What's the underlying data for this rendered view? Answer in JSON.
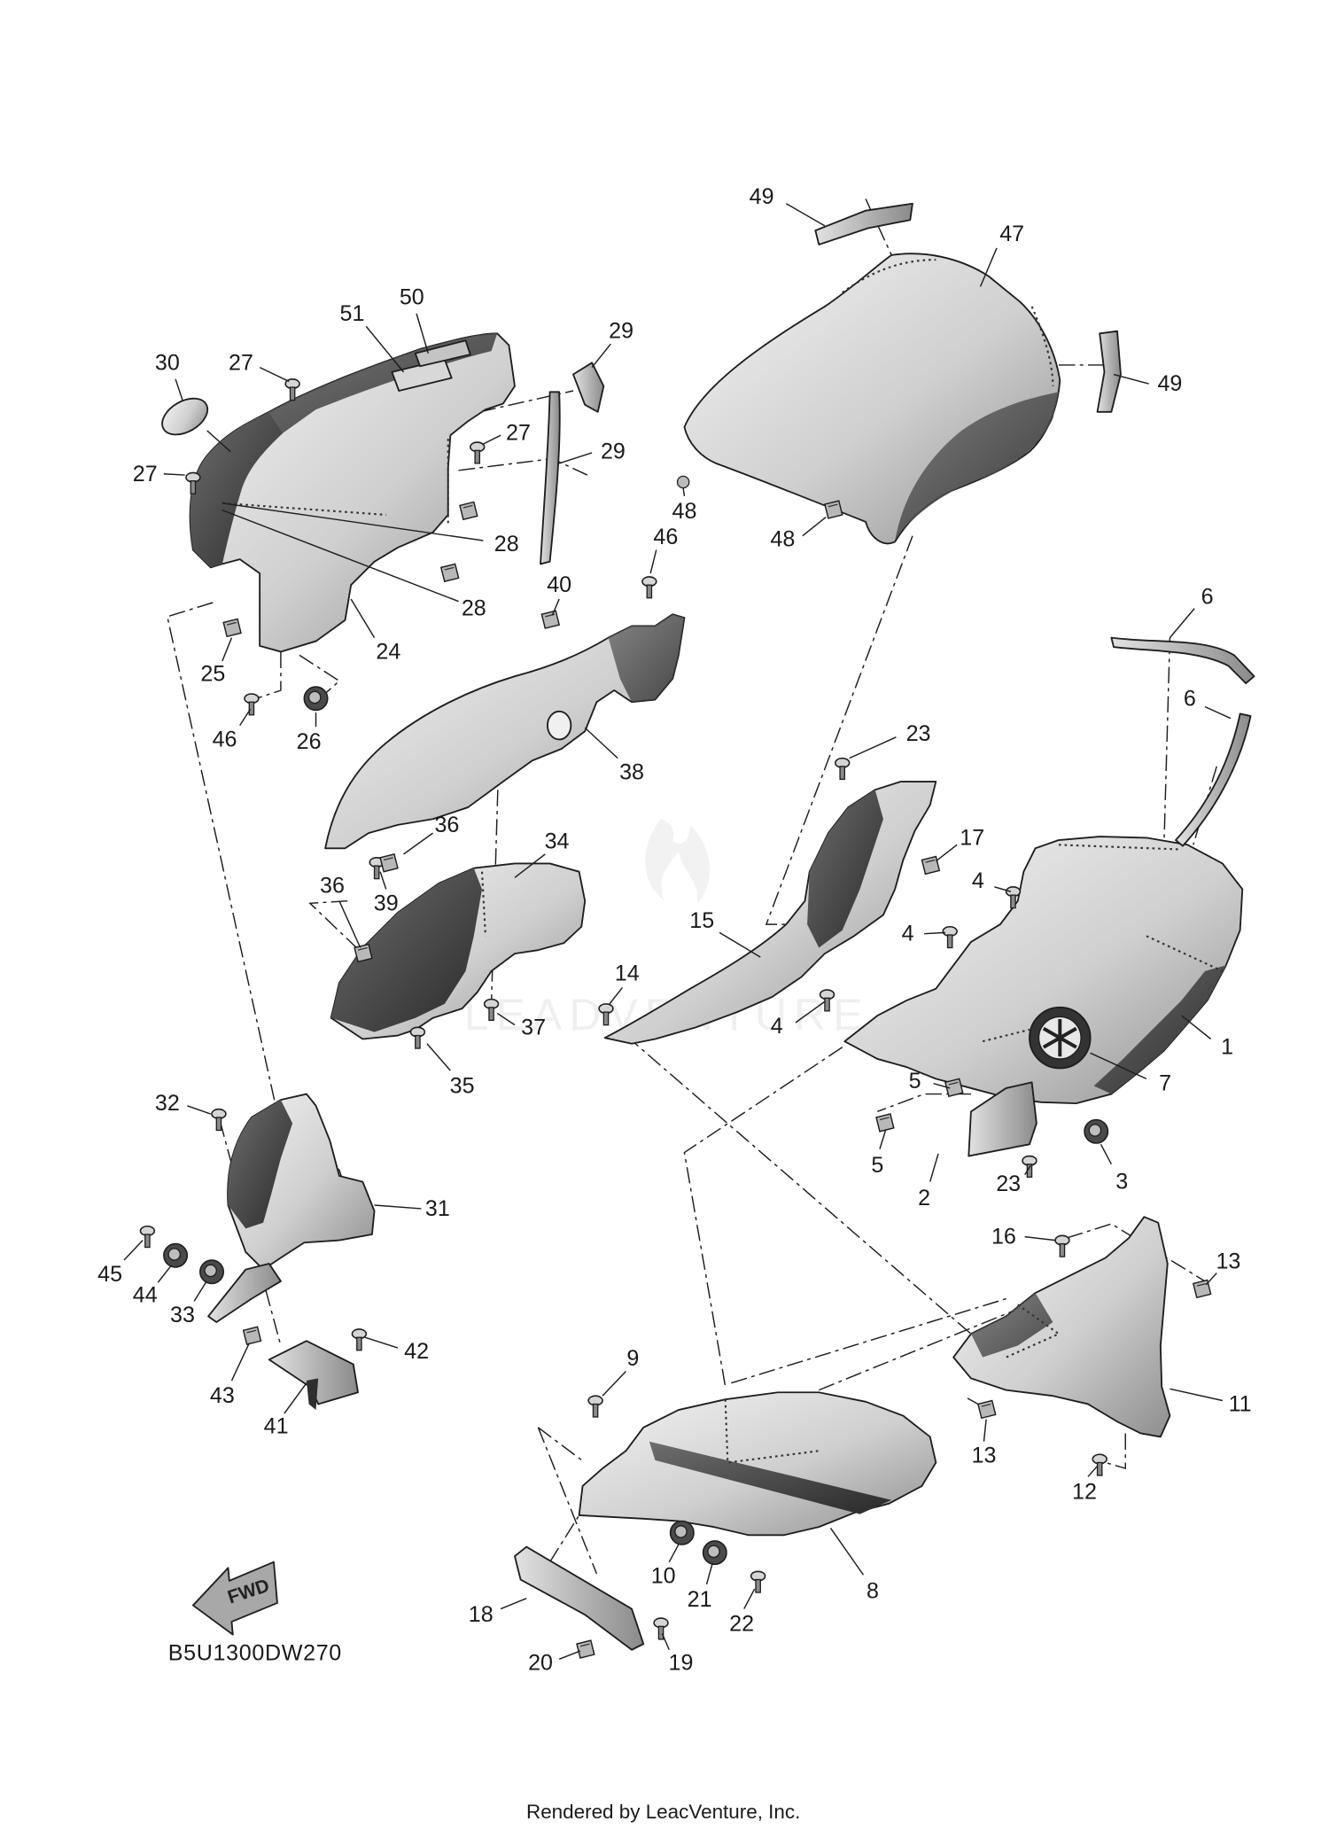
{
  "diagram": {
    "code": "B5U1300DW270",
    "footer": "Rendered by LeacVenture, Inc.",
    "fwd_label": "FWD",
    "watermark": "LEADVENTURE"
  },
  "callouts": [
    "49",
    "47",
    "49",
    "30",
    "27",
    "51",
    "50",
    "29",
    "27",
    "29",
    "27",
    "48",
    "48",
    "28",
    "28",
    "46",
    "40",
    "24",
    "25",
    "46",
    "26",
    "6",
    "6",
    "23",
    "38",
    "17",
    "36",
    "34",
    "36",
    "39",
    "4",
    "4",
    "15",
    "14",
    "4",
    "37",
    "1",
    "35",
    "7",
    "5",
    "32",
    "5",
    "3",
    "23",
    "2",
    "31",
    "16",
    "13",
    "45",
    "44",
    "33",
    "42",
    "9",
    "11",
    "43",
    "41",
    "13",
    "12",
    "10",
    "8",
    "21",
    "22",
    "18",
    "19",
    "20"
  ],
  "colors": {
    "line": "#1e1e1e",
    "panel_light": "#e6e6e6",
    "panel_dark": "#3c3c3c",
    "background": "#ffffff"
  }
}
